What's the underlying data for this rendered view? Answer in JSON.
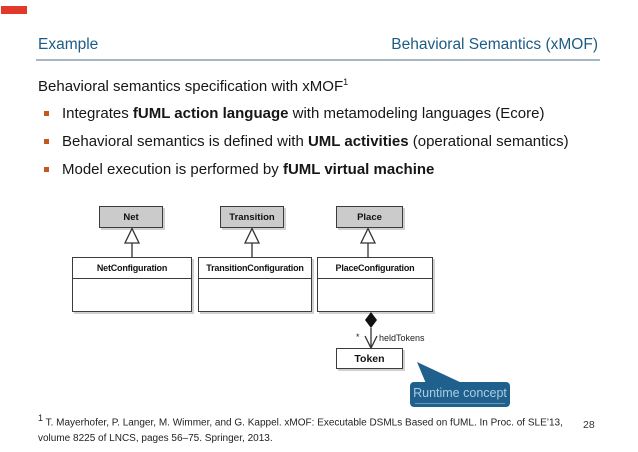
{
  "slide": {
    "header": {
      "left": "Example",
      "right": "Behavioral Semantics (xMOF)"
    },
    "title": {
      "text": "Behavioral semantics specification with xMOF",
      "sup": "1"
    },
    "bullets": [
      {
        "pre": "Integrates ",
        "bold": "fUML action language",
        "post": " with metamodeling languages (Ecore)"
      },
      {
        "pre": "Behavioral semantics is defined with ",
        "bold": "UML activities",
        "post": " (operational semantics)"
      },
      {
        "pre": "Model execution is performed by ",
        "bold": "fUML virtual machine",
        "post": ""
      }
    ],
    "diagram": {
      "superclasses": [
        "Net",
        "Transition",
        "Place"
      ],
      "config_classes": [
        "NetConfiguration",
        "TransitionConfiguration",
        "PlaceConfiguration"
      ],
      "token_class": "Token",
      "association": {
        "multiplicity": "*",
        "role_name": "heldTokens"
      },
      "callout_label": "Runtime concept"
    },
    "footnote": {
      "sup": "1",
      "line1": " T. Mayerhofer, P. Langer, M. Wimmer, and G. Kappel. xMOF: Executable DSMLs Based on fUML. In Proc. of SLE’13,",
      "line2": "volume 8225 of LNCS, pages 56–75. Springer, 2013."
    },
    "page_number": "28"
  },
  "colors": {
    "header_blue": "#1E5B84",
    "rule_gray_blue": "#A4B8C6",
    "bullet_orange": "#C4571E",
    "class_gray_fill": "#CBCBCB",
    "class_border": "#3C3C3C",
    "callout_blue": "#1F618C",
    "callout_text": "#A9CBE2",
    "progress_red": "#E1392C"
  }
}
